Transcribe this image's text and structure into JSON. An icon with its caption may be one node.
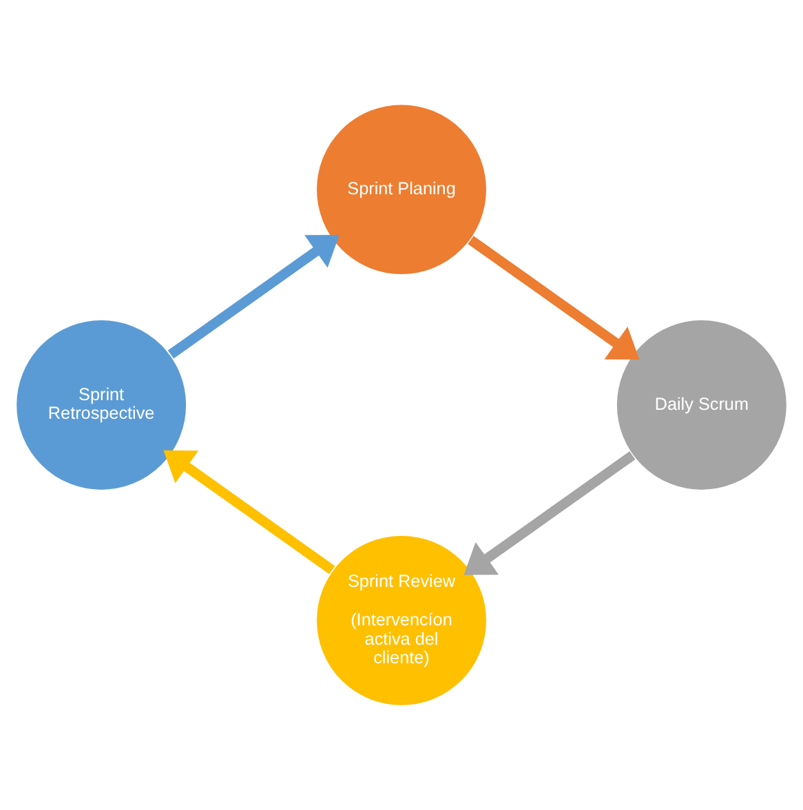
{
  "diagram": {
    "nodes": [
      {
        "text": [
          "Sprint Planing"
        ]
      },
      {
        "text": [
          "Daily Scrum"
        ]
      },
      {
        "text": [
          "Sprint Review",
          "(Intervencíon activa del cliente)"
        ]
      },
      {
        "text": [
          "Sprint Retrospective"
        ]
      }
    ],
    "edges": [
      {
        "from": 0,
        "to": 1,
        "arrow": "to",
        "color": "#ed7d31"
      },
      {
        "from": 1,
        "to": 2,
        "arrow": "to",
        "color": "#a5a5a5"
      },
      {
        "from": 2,
        "to": 3,
        "arrow": "to",
        "color": "#ffc000"
      },
      {
        "from": 3,
        "to": 0,
        "arrow": "to",
        "color": "#5b9bd5"
      }
    ]
  }
}
